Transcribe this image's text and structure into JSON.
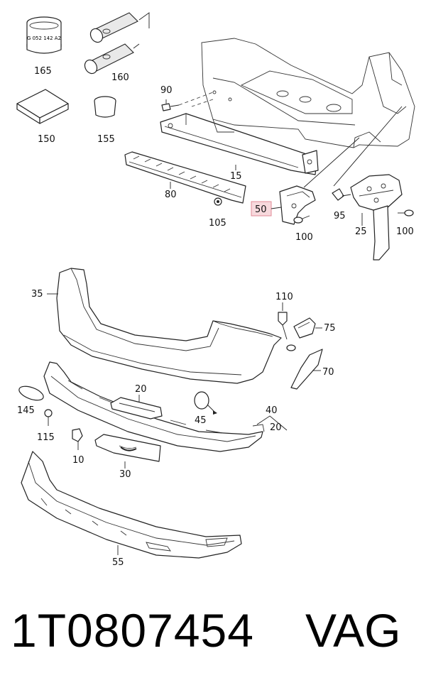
{
  "diagram": {
    "callouts": {
      "c165": "165",
      "c160": "160",
      "c150": "150",
      "c155": "155",
      "c90": "90",
      "c15": "15",
      "c80": "80",
      "c105": "105",
      "c50": "50",
      "c100a": "100",
      "c95": "95",
      "c25": "25",
      "c100b": "100",
      "c35": "35",
      "c110": "110",
      "c75": "75",
      "c70": "70",
      "c20a": "20",
      "c145": "145",
      "c45": "45",
      "c40": "40",
      "c20b": "20",
      "c115": "115",
      "c10": "10",
      "c30": "30",
      "c55": "55"
    },
    "tube_label": "G 052 142 A2",
    "highlighted_callout": "50",
    "highlight_color": "#f7d9dd"
  },
  "footer": {
    "part_number": "1T0807454",
    "brand": "VAG"
  }
}
